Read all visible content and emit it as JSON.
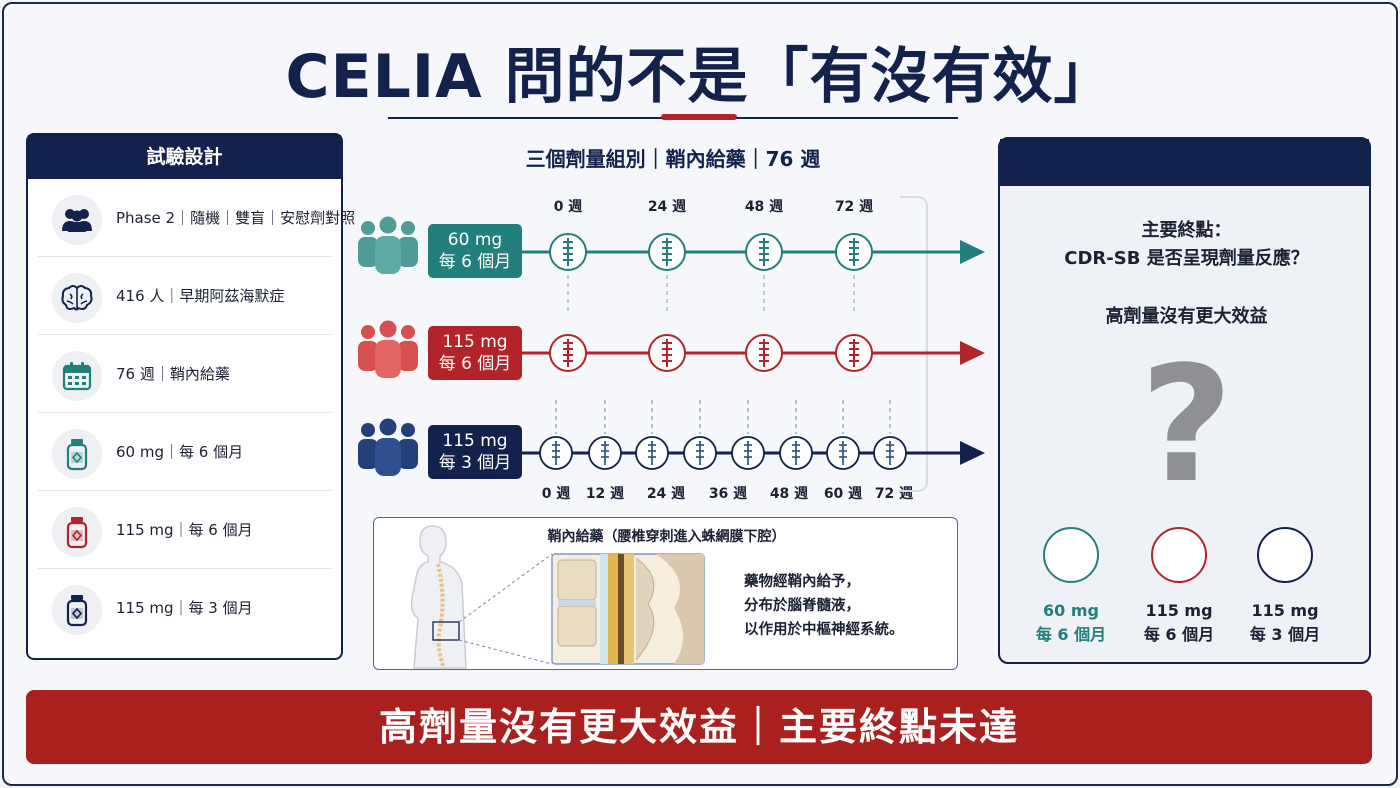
{
  "title": "CELIA 問的不是「有沒有效」",
  "colors": {
    "navy": "#13224c",
    "teal": "#237f7c",
    "red": "#b3232a",
    "gray": "#8e9096"
  },
  "left_panel": {
    "header": "試驗設計",
    "items": [
      {
        "icon": "people-icon",
        "text": "Phase 2｜隨機｜雙盲｜安慰劑對照"
      },
      {
        "icon": "brain-icon",
        "text": "416 人｜早期阿茲海默症"
      },
      {
        "icon": "calendar-icon",
        "text": "76 週｜鞘內給藥"
      },
      {
        "icon": "vial-icon",
        "text": "60 mg｜每 6 個月"
      },
      {
        "icon": "vial-icon",
        "text": "115 mg｜每 6 個月"
      },
      {
        "icon": "vial-icon",
        "text": "115 mg｜每 3 個月"
      }
    ]
  },
  "center": {
    "subheading": "三個劑量組別｜鞘內給藥｜76 週",
    "top_weeks": [
      "0 週",
      "24 週",
      "48 週",
      "72 週"
    ],
    "bottom_weeks": [
      "0 週",
      "12 週",
      "24 週",
      "36 週",
      "48 週",
      "60 週",
      "72 週"
    ],
    "arms": [
      {
        "dose": "60 mg",
        "freq": "每 6 個月",
        "color": "#237f7c"
      },
      {
        "dose": "115 mg",
        "freq": "每 6 個月",
        "color": "#b3232a"
      },
      {
        "dose": "115 mg",
        "freq": "每 3 個月",
        "color": "#13224c"
      }
    ]
  },
  "illustration": {
    "title": "鞘內給藥（腰椎穿刺進入蛛網膜下腔）",
    "lines": [
      "藥物經鞘內給予，",
      "分布於腦脊髓液，",
      "以作用於中樞神經系統。"
    ]
  },
  "right_panel": {
    "endpoint_line1": "主要終點：",
    "endpoint_line2": "CDR-SB 是否呈現劑量反應？",
    "finding": "高劑量沒有更大效益",
    "question_mark": "?",
    "groups": [
      {
        "dose": "60 mg",
        "freq": "每 6 個月",
        "color": "#237f7c"
      },
      {
        "dose": "115 mg",
        "freq": "每 6 個月",
        "color": "#b3232a"
      },
      {
        "dose": "115 mg",
        "freq": "每 3 個月",
        "color": "#13224c"
      }
    ]
  },
  "footer": "高劑量沒有更大效益｜主要終點未達"
}
